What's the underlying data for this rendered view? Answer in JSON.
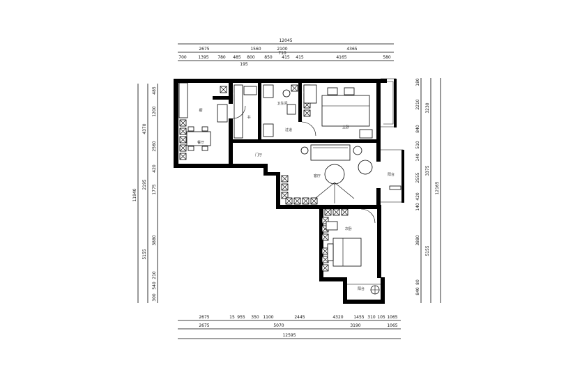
{
  "dimensions": {
    "top": {
      "total": "12045",
      "row2": [
        "2675",
        "1560",
        "2100",
        "4365"
      ],
      "row3": [
        "700",
        "1395",
        "780",
        "485",
        "800",
        "850",
        "415",
        "415",
        "4165",
        "580"
      ],
      "extra": [
        "710",
        "195"
      ]
    },
    "bottom": {
      "row1": [
        "2675",
        "15",
        "955",
        "350",
        "1100",
        "2445",
        "4320",
        "1455",
        "310",
        "105",
        "1065"
      ],
      "row2": [
        "2675",
        "5070",
        "3190",
        "1065"
      ],
      "total": "12595"
    },
    "left": {
      "total": "11940",
      "mid": [
        "4370",
        "2195",
        "5155"
      ],
      "inner": [
        "485",
        "1200",
        "2560",
        "420",
        "1775",
        "3880",
        "210",
        "540",
        "300"
      ]
    },
    "right": {
      "total": "12165",
      "mid": [
        "3230",
        "3375",
        "5155"
      ],
      "inner": [
        "180",
        "2210",
        "840",
        "510",
        "140",
        "2555",
        "420",
        "140",
        "3880",
        "80",
        "840"
      ]
    }
  },
  "rooms": {
    "kitchen": "橱",
    "dining": "餐厅",
    "study": "书",
    "bath": "卫生间",
    "hall": "过道",
    "master": "主卧",
    "entry": "门厅",
    "living": "客厅",
    "balcony": "阳台",
    "second": "次卧",
    "balcony2": "阳台"
  }
}
